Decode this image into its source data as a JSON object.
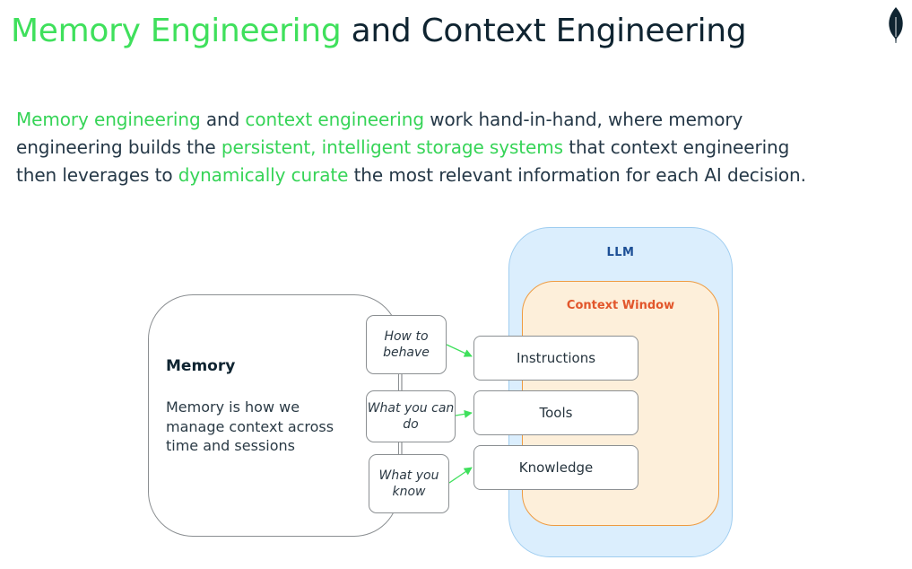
{
  "slide": {
    "title": {
      "part1": "Memory Engineering",
      "part2": " and Context Engineering"
    },
    "logo_icon": "leaf-icon",
    "intro": {
      "line1": [
        {
          "text": "Memory engineering",
          "highlight": true
        },
        {
          "text": " and ",
          "highlight": false
        },
        {
          "text": "context engineering",
          "highlight": true
        },
        {
          "text": " work hand-in-hand, where memory",
          "highlight": false
        }
      ],
      "line2": [
        {
          "text": "engineering builds the ",
          "highlight": false
        },
        {
          "text": "persistent, intelligent storage systems",
          "highlight": true
        },
        {
          "text": " that context engineering",
          "highlight": false
        }
      ],
      "line3": [
        {
          "text": "then leverages to ",
          "highlight": false
        },
        {
          "text": "dynamically curate",
          "highlight": true
        },
        {
          "text": " the most relevant information for each AI decision.",
          "highlight": false
        }
      ]
    },
    "colors": {
      "highlight_green": "#3fe05c",
      "text_dark": "#0f2431",
      "llm_fill": "#dbeefd",
      "llm_border": "#9fcdf0",
      "llm_label": "#1d4f96",
      "context_fill": "#fdefda",
      "context_border": "#ee9b41",
      "context_label": "#e2562b",
      "arrow_green": "#3fe05c"
    }
  },
  "diagram": {
    "memory": {
      "title": "Memory",
      "description": "Memory is how we manage context across time and sessions"
    },
    "memory_types": [
      {
        "label": "How to behave"
      },
      {
        "label": "What you can do"
      },
      {
        "label": "What you know"
      }
    ],
    "llm": {
      "label": "LLM"
    },
    "context_window": {
      "label": "Context Window",
      "items": [
        {
          "label": "Instructions"
        },
        {
          "label": "Tools"
        },
        {
          "label": "Knowledge"
        }
      ]
    }
  }
}
